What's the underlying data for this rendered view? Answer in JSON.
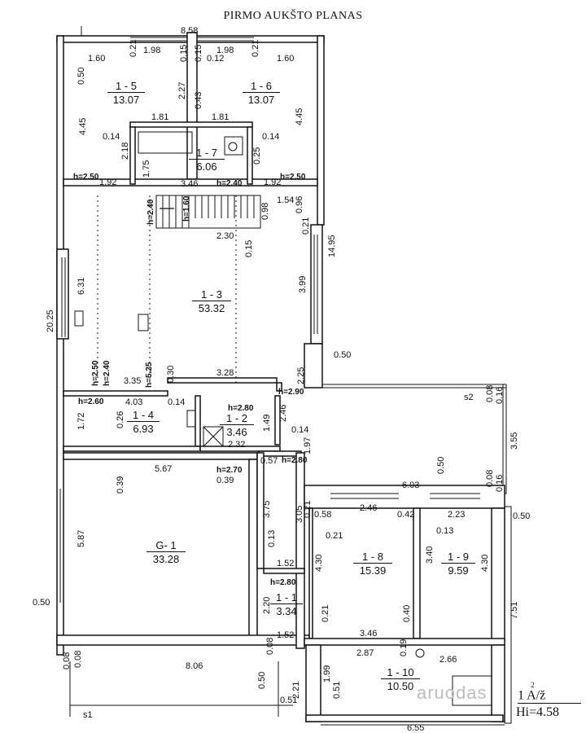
{
  "title": "PIRMO AUKŠTO PLANAS",
  "rooms": [
    {
      "id": "1-5",
      "name": "1 - 5",
      "area": "13.07"
    },
    {
      "id": "1-6",
      "name": "1 - 6",
      "area": "13.07"
    },
    {
      "id": "1-7",
      "name": "1 - 7",
      "area": "6.06"
    },
    {
      "id": "1-3",
      "name": "1 - 3",
      "area": "53.32"
    },
    {
      "id": "1-4",
      "name": "1 - 4",
      "area": "6.93"
    },
    {
      "id": "1-2",
      "name": "1 - 2",
      "area": "3.46"
    },
    {
      "id": "G-1",
      "name": "G- 1",
      "area": "33.28"
    },
    {
      "id": "1-1",
      "name": "1 - 1",
      "area": "3.34"
    },
    {
      "id": "1-8",
      "name": "1 - 8",
      "area": "15.39"
    },
    {
      "id": "1-9",
      "name": "1 - 9",
      "area": "9.59"
    },
    {
      "id": "1-10",
      "name": "1 - 10",
      "area": "10.50"
    }
  ],
  "dims": {
    "d858": "8.58",
    "d160a": "1.60",
    "d198a": "1.98",
    "d021a": "0.21",
    "d015a": "0.15",
    "d015b": "0.15",
    "d012": "0.12",
    "d198b": "1.98",
    "d021b": "0.21",
    "d160b": "1.60",
    "d050a": "0.50",
    "d445a": "4.45",
    "d227": "2.27",
    "d043": "0.43",
    "d445b": "4.45",
    "d181a": "1.81",
    "d181b": "1.81",
    "d014a": "0.14",
    "d014b": "0.14",
    "d218": "2.18",
    "d175": "1.75",
    "d025a": "0.25",
    "d346": "3.46",
    "d192a": "1.92",
    "d192b": "1.92",
    "d154": "1.54",
    "d096": "0.96",
    "d098": "0.98",
    "d021c": "0.21",
    "d230": "2.30",
    "d015c": "0.15",
    "d1495": "14.95",
    "d631": "6.31",
    "d2025": "20.25",
    "d399": "3.99",
    "d050b": "0.50",
    "d225": "2.25",
    "d335": "3.35",
    "d030": "0.30",
    "d328": "3.28",
    "d403": "4.03",
    "d014c": "0.14",
    "d172": "1.72",
    "d026": "0.26",
    "d149": "1.49",
    "d246": "2.46",
    "d014d": "0.14",
    "d232": "2.32",
    "d197": "1.97",
    "d057": "0.57",
    "d355": "3.55",
    "d008a": "0.08",
    "d016a": "0.16",
    "d008b": "0.08",
    "d016b": "0.16",
    "d567": "5.67",
    "d039a": "0.39",
    "d039b": "0.39",
    "d587": "5.87",
    "d375": "3.75",
    "d305": "3.05",
    "d013a": "0.13",
    "d152a": "1.52",
    "d050c": "0.50",
    "d603": "6.03",
    "d058": "0.58",
    "d246b": "2.46",
    "d042": "0.42",
    "d223": "2.23",
    "d050d": "0.50",
    "d021d": "0.21",
    "d013b": "0.13",
    "d340": "3.40",
    "d430a": "4.30",
    "d430b": "4.30",
    "d751": "7.51",
    "d050e": "0.50",
    "d220": "2.20",
    "d021e": "0.21",
    "d040": "0.40",
    "d346b": "3.46",
    "d152b": "1.52",
    "d806": "8.06",
    "d287": "2.87",
    "d019": "0.19",
    "d266": "2.66",
    "d199": "1.99",
    "d051a": "0.51",
    "d051b": "0.51",
    "d221": "2.21",
    "d050f": "0.50",
    "d008c": "0.08",
    "d008d": "0.08",
    "d008e": "0.08",
    "d655": "6.55",
    "d021f": "0.21"
  },
  "heights": {
    "h250a": "h=2.50",
    "h240a": "h=2.40",
    "h250b": "h=2.50",
    "h240b": "h=2.40",
    "h160": "h=1.60",
    "h250c": "h=2.50",
    "h240c": "h=2.40",
    "h525": "h=5.25",
    "h290": "h=2.90",
    "h260": "h=2.60",
    "h280a": "h=2.80",
    "h280b": "h=2.80",
    "h270": "h=2.70",
    "h280c": "h=2.80"
  },
  "markers": {
    "s1": "s1",
    "s2": "s2"
  },
  "stamp": {
    "line1": "1 A/ž",
    "sup": "2",
    "line2": "Hi=4.58"
  },
  "watermark": "aruodas"
}
